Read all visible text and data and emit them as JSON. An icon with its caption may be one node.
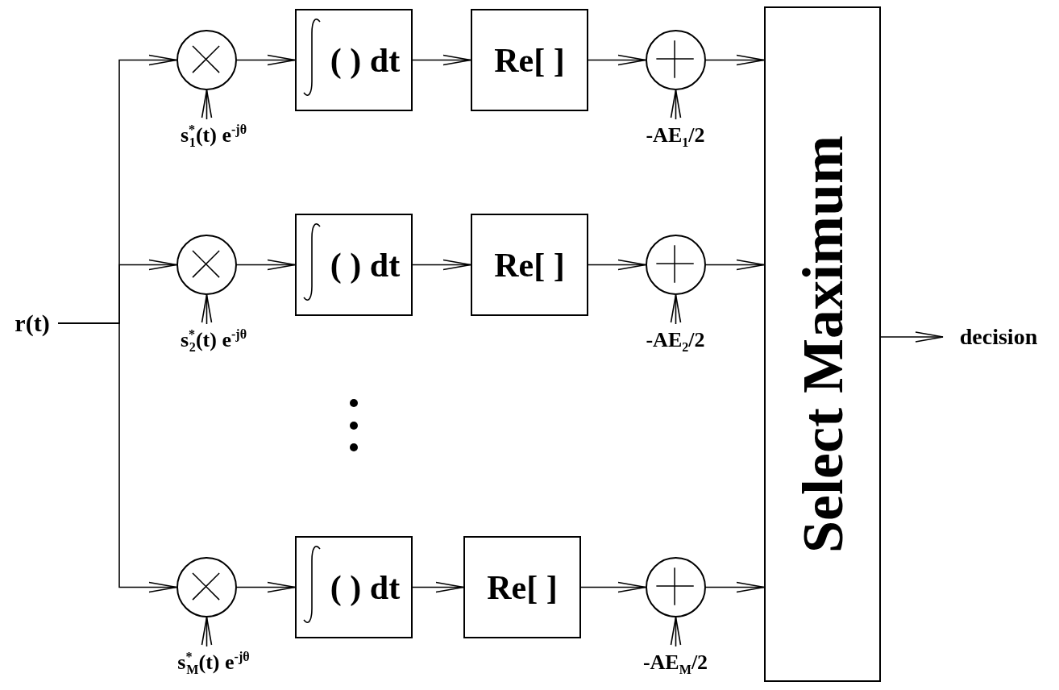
{
  "diagram": {
    "nodes": [
      {
        "text": [
          "r(t)"
        ]
      },
      {
        "text": [],
        "shape": "circle"
      },
      {
        "text": [
          "s$^{*}$$_{1}$(t) e$^{-jθ}$"
        ]
      },
      {
        "text": [
          "( ) dt"
        ]
      },
      {
        "text": [
          "Re[ ]"
        ]
      },
      {
        "text": [],
        "shape": "circle"
      },
      {
        "text": [
          "-AE$_{1}$/2"
        ]
      },
      {
        "text": [],
        "shape": "circle"
      },
      {
        "text": [
          "s$^{*}$$_{2}$(t) e$^{-jθ}$"
        ]
      },
      {
        "text": [
          "( ) dt"
        ]
      },
      {
        "text": [
          "Re[ ]"
        ]
      },
      {
        "text": [],
        "shape": "circle"
      },
      {
        "text": [
          "-AE$_{2}$/2"
        ]
      },
      {
        "text": [],
        "shape": "circle"
      },
      {
        "text": [
          "s$^{*}$$_{M}$(t) e$^{-jθ}$"
        ]
      },
      {
        "text": [
          "( ) dt"
        ]
      },
      {
        "text": [
          "Re[ ]"
        ]
      },
      {
        "text": [],
        "shape": "circle"
      },
      {
        "text": [
          "-AE$_{M}$/2"
        ]
      },
      {
        "text": [
          "Select Maximum"
        ]
      },
      {
        "text": [
          "decision"
        ]
      }
    ],
    "edges": [
      {
        "from": 0,
        "to": 1,
        "arrow": "to"
      },
      {
        "from": 0,
        "to": 7,
        "arrow": "to"
      },
      {
        "from": 0,
        "to": 13,
        "arrow": "to"
      },
      {
        "from": 2,
        "to": 1,
        "arrow": "to"
      },
      {
        "from": 1,
        "to": 3,
        "arrow": "to"
      },
      {
        "from": 3,
        "to": 4,
        "arrow": "to"
      },
      {
        "from": 4,
        "to": 5,
        "arrow": "to"
      },
      {
        "from": 6,
        "to": 5,
        "arrow": "to"
      },
      {
        "from": 5,
        "to": 19,
        "arrow": "to"
      },
      {
        "from": 8,
        "to": 7,
        "arrow": "to"
      },
      {
        "from": 7,
        "to": 9,
        "arrow": "to"
      },
      {
        "from": 9,
        "to": 10,
        "arrow": "to"
      },
      {
        "from": 10,
        "to": 11,
        "arrow": "to"
      },
      {
        "from": 12,
        "to": 11,
        "arrow": "to"
      },
      {
        "from": 11,
        "to": 19,
        "arrow": "to"
      },
      {
        "from": 14,
        "to": 13,
        "arrow": "to"
      },
      {
        "from": 13,
        "to": 15,
        "arrow": "to"
      },
      {
        "from": 15,
        "to": 16,
        "arrow": "to"
      },
      {
        "from": 16,
        "to": 17,
        "arrow": "to"
      },
      {
        "from": 18,
        "to": 17,
        "arrow": "to"
      },
      {
        "from": 17,
        "to": 19,
        "arrow": "to"
      },
      {
        "from": 19,
        "to": 20,
        "arrow": "to"
      }
    ]
  }
}
